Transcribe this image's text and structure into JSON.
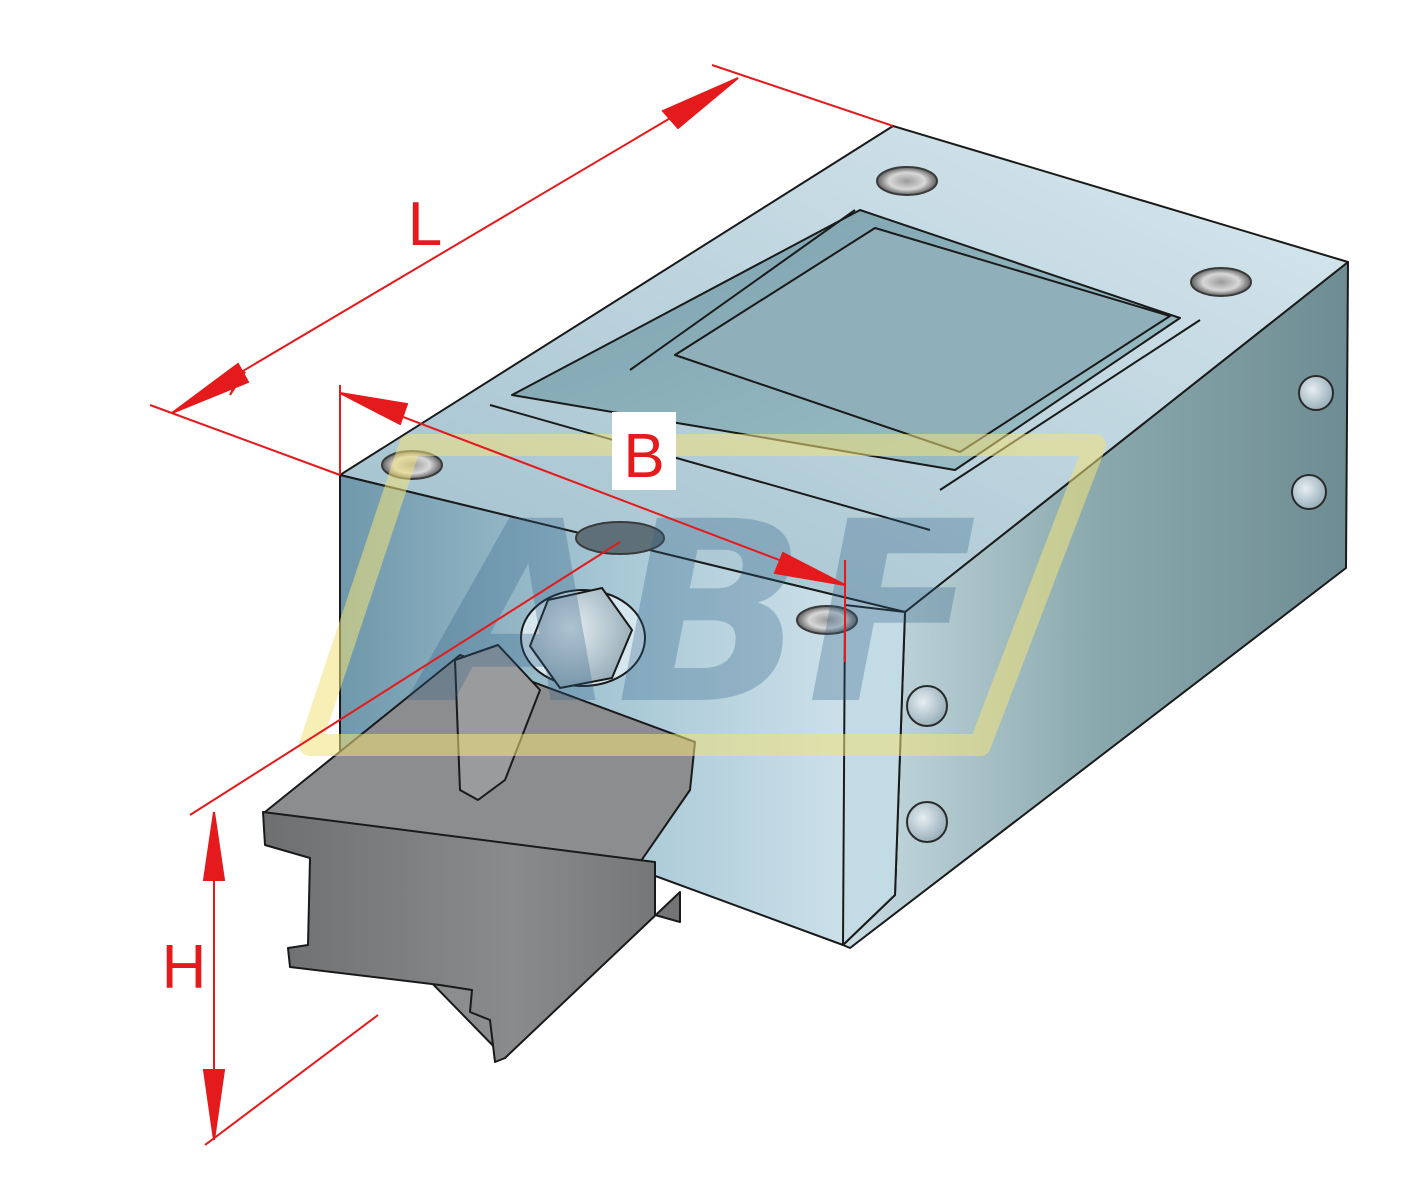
{
  "labels": {
    "length": "L",
    "width": "B",
    "height": "H"
  },
  "watermark": {
    "text": "ABF"
  },
  "colors": {
    "dimension": "#e41a1c",
    "block_front": "#8fb3c4",
    "block_top": "#b9d2de",
    "block_side": "#7f9ea6",
    "rail": "#7d7e80",
    "watermark_frame": "#f2e27a",
    "watermark_text": "#2f5f86",
    "outline": "#1a1a1a"
  }
}
